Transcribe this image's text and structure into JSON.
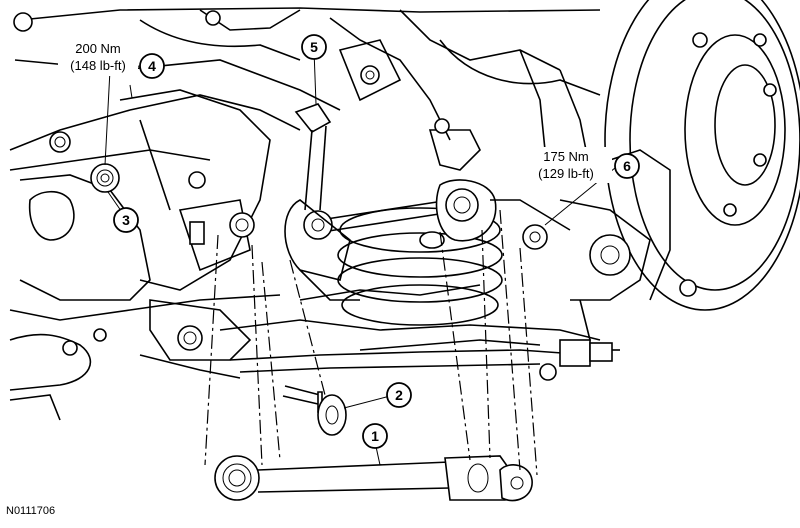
{
  "figure_id": "N0111706",
  "torques": {
    "t4_nm": "200 Nm",
    "t4_lbft": "(148 lb-ft)",
    "t6_nm": "175 Nm",
    "t6_lbft": "(129 lb-ft)"
  },
  "callouts": {
    "c1": "1",
    "c2": "2",
    "c3": "3",
    "c4": "4",
    "c5": "5",
    "c6": "6"
  },
  "colors": {
    "line": "#000000",
    "background": "#ffffff"
  }
}
